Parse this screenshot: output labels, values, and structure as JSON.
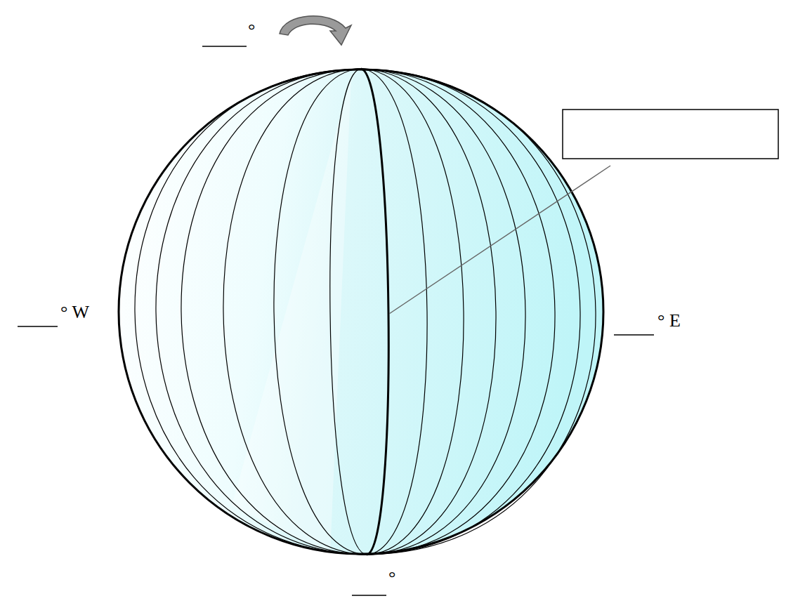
{
  "diagram": {
    "labels": [
      "°",
      "° W",
      "° E",
      "°"
    ]
  }
}
